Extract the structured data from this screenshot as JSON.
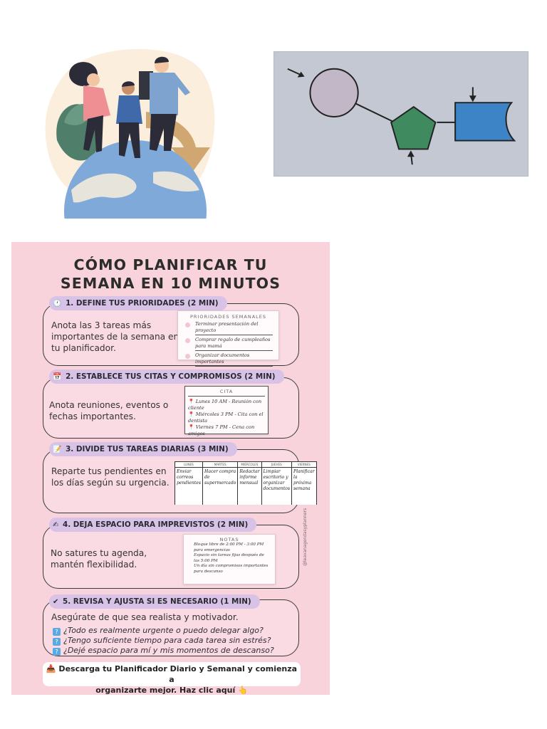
{
  "infographic": {
    "title_line1": "CÓMO PLANIFICAR TU",
    "title_line2": "SEMANA EN 10 MINUTOS",
    "watermark": "@leavanagendasyplanners",
    "steps": [
      {
        "emoji": "🕐",
        "label": "1. DEFINE TUS PRIORIDADES (2 MIN)",
        "text": "Anota las 3 tareas más importantes de la semana en tu planificador.",
        "card_title": "PRIORIDADES SEMANALES",
        "card_items": [
          "Terminar presentación del proyecto",
          "Comprar regalo de cumpleaños para mamá",
          "Organizar documentos importantes"
        ]
      },
      {
        "emoji": "📅",
        "label": "2. ESTABLECE TUS CITAS Y COMPROMISOS (2 MIN)",
        "text": "Anota reuniones, eventos o fechas importantes.",
        "card_title": "CITA",
        "card_items": [
          "Lunes 10 AM - Reunión con cliente",
          "Miércoles 3 PM - Cita con el dentista",
          "Viernes 7 PM - Cena con amigos"
        ]
      },
      {
        "emoji": "📝",
        "label": "3. DIVIDE TUS TAREAS DIARIAS (3 MIN)",
        "text": "Reparte tus pendientes en los días según su urgencia.",
        "days": [
          "LUNES",
          "MARTES",
          "MIÉRCOLES",
          "JUEVES",
          "VIERNES"
        ],
        "tasks": [
          "Enviar correos pendientes",
          "Hacer compra de supermercado",
          "Redactar informe mensual",
          "Limpiar escritorio y organizar documentos",
          "Planificar la próxima semana"
        ]
      },
      {
        "emoji": "✍",
        "label": "4. DEJA ESPACIO PARA IMPREVISTOS (2 MIN)",
        "text": "No satures tu agenda, mantén flexibilidad.",
        "card_title": "NOTAS",
        "card_items": [
          "Bloque libre de 2:00 PM - 3:00 PM para emergencias",
          "Espacio sin tareas fijas después de las 5:00 PM",
          "Un día sin compromisos importantes para descanso"
        ]
      },
      {
        "emoji": "✔",
        "label": "5. REVISA Y AJUSTA SI ES NECESARIO (1 MIN)",
        "text": "Asegúrate de que sea realista y motivador.",
        "questions": [
          "¿Todo es realmente urgente o puedo delegar algo?",
          "¿Tengo suficiente tiempo para cada tarea sin estrés?",
          "¿Dejé espacio para mí y mis momentos de descanso?"
        ]
      }
    ],
    "cta_line1": "📥 Descarga tu Planificador Diario y Semanal y comienza a",
    "cta_line2": "organizarte mejor. Haz clic aquí 👆"
  },
  "colors": {
    "infographic_bg": "#f8d3dc",
    "label_bg": "#d8c3e7",
    "circle": "#c2b7c7",
    "pentagon": "#3f8a5f",
    "rect": "#3d84c6"
  }
}
